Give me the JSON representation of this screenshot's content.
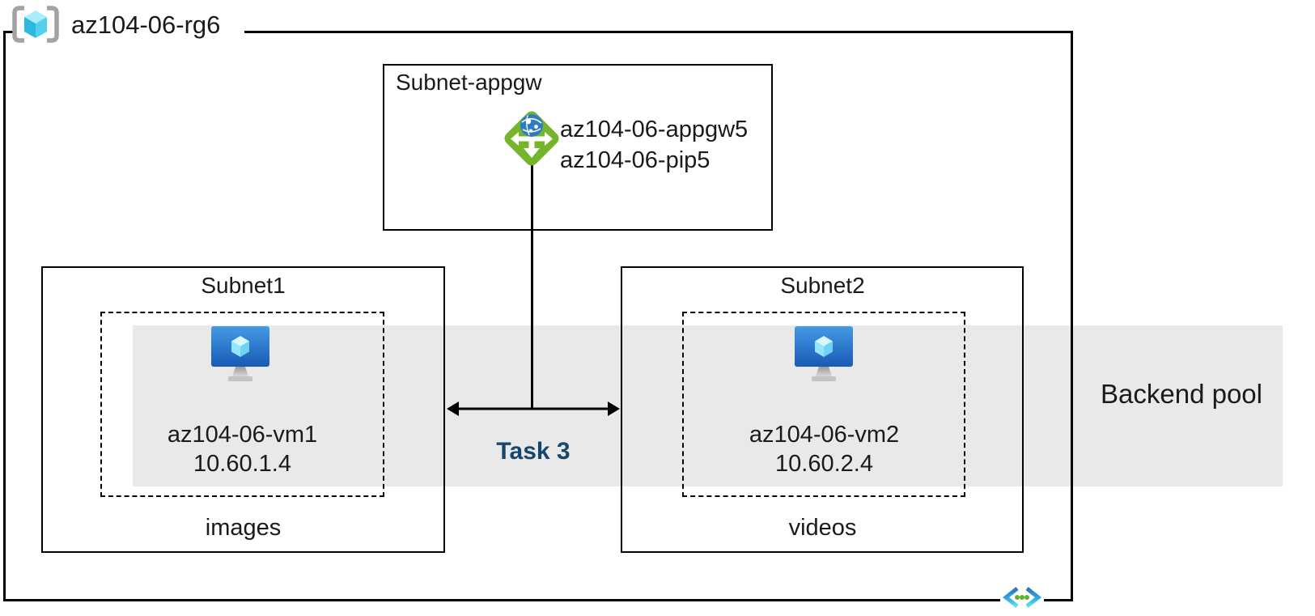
{
  "resource_group": {
    "name": "az104-06-rg6",
    "icon": "resource-group-icon"
  },
  "appgw_subnet": {
    "title": "Subnet-appgw",
    "icon": "application-gateway-icon",
    "gateway_name": "az104-06-appgw5",
    "public_ip_name": "az104-06-pip5"
  },
  "subnet1": {
    "title": "Subnet1",
    "icon": "virtual-machine-icon",
    "vm_name": "az104-06-vm1",
    "vm_ip": "10.60.1.4",
    "caption": "images"
  },
  "subnet2": {
    "title": "Subnet2",
    "icon": "virtual-machine-icon",
    "vm_name": "az104-06-vm2",
    "vm_ip": "10.60.2.4",
    "caption": "videos"
  },
  "backend_pool": {
    "label": "Backend pool"
  },
  "task": {
    "label": "Task 3"
  },
  "footer_icon": "virtual-network-icon",
  "colors": {
    "backend_band": "#E9E9E9",
    "task_text": "#17466F",
    "border": "#000000",
    "appgw_green": "#74B52C",
    "appgw_globe_blue": "#2F7CC3",
    "vm_screen_blue_top": "#449BE4",
    "vm_screen_blue_bottom": "#1959B5",
    "vm_cube_cyan": "#96E5FB",
    "rg_bracket_gray": "#A3A3A3",
    "rg_cube_cyan": "#54D0EF",
    "vnet_chevron_blue": "#2E74BA",
    "vnet_chevron_cyan": "#62E0F7",
    "vnet_dot_green": "#5FB234"
  }
}
